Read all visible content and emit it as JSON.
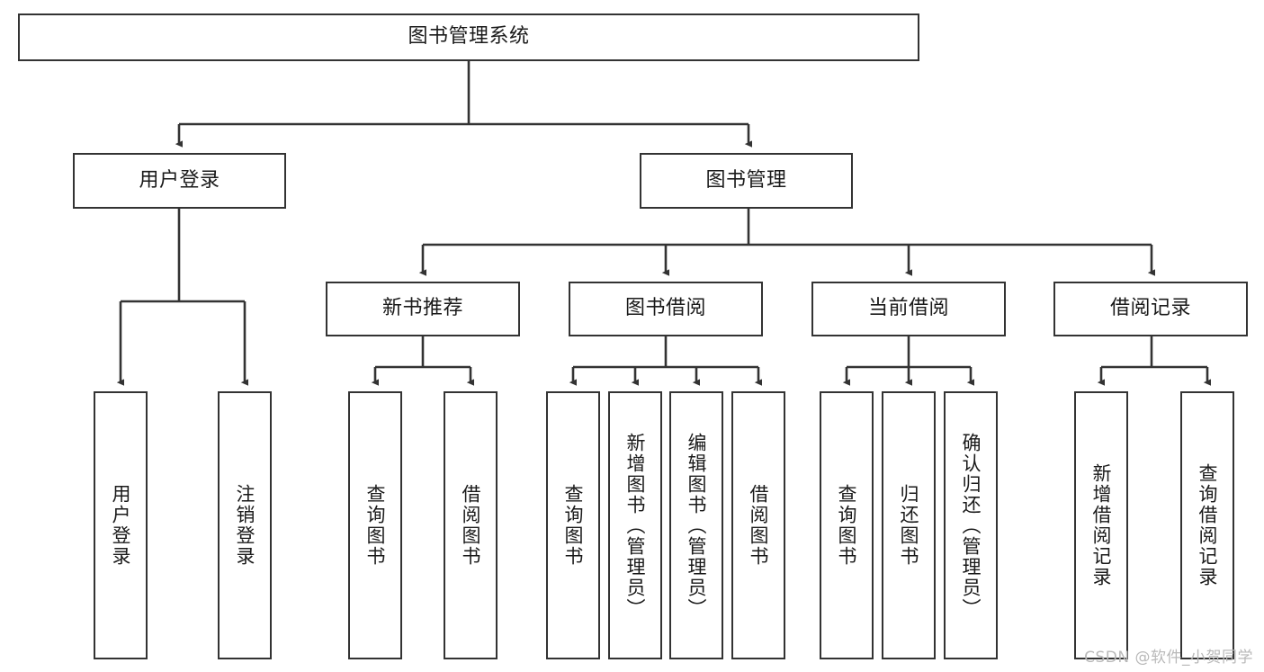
{
  "diagram": {
    "title": "图书管理系统",
    "type": "tree-hierarchy-chart",
    "watermark": "CSDN @软件_小贺同学",
    "colors": {
      "box_border": "#333333",
      "box_fill": "#ffffff",
      "connector": "#333333",
      "text": "#1a1a1a",
      "watermark": "#b9b9b9"
    },
    "nodes": {
      "root": {
        "label": "图书管理系统"
      },
      "level2": [
        {
          "id": "user-login",
          "label": "用户登录"
        },
        {
          "id": "book-management",
          "label": "图书管理"
        }
      ],
      "level3": [
        {
          "id": "new-book-recommend",
          "label": "新书推荐"
        },
        {
          "id": "book-borrow",
          "label": "图书借阅"
        },
        {
          "id": "current-borrow",
          "label": "当前借阅"
        },
        {
          "id": "borrow-record",
          "label": "借阅记录"
        }
      ],
      "leaves": {
        "user_login": [
          {
            "id": "leaf-user-login",
            "label": "用户登录"
          },
          {
            "id": "leaf-logout-login",
            "label": "注销登录"
          }
        ],
        "new_book_recommend": [
          {
            "id": "leaf-query-book-1",
            "label": "查询图书"
          },
          {
            "id": "leaf-borrow-book-1",
            "label": "借阅图书"
          }
        ],
        "book_borrow": [
          {
            "id": "leaf-query-book-2",
            "label": "查询图书"
          },
          {
            "id": "leaf-add-book",
            "label": "新增图书（管理员）"
          },
          {
            "id": "leaf-edit-book",
            "label": "编辑图书（管理员）"
          },
          {
            "id": "leaf-borrow-book-2",
            "label": "借阅图书"
          }
        ],
        "current_borrow": [
          {
            "id": "leaf-query-book-3",
            "label": "查询图书"
          },
          {
            "id": "leaf-return-book",
            "label": "归还图书"
          },
          {
            "id": "leaf-confirm-return",
            "label": "确认归还（管理员）"
          }
        ],
        "borrow_record": [
          {
            "id": "leaf-add-borrow-record",
            "label": "新增借阅记录"
          },
          {
            "id": "leaf-query-borrow-record",
            "label": "查询借阅记录"
          }
        ]
      }
    }
  }
}
